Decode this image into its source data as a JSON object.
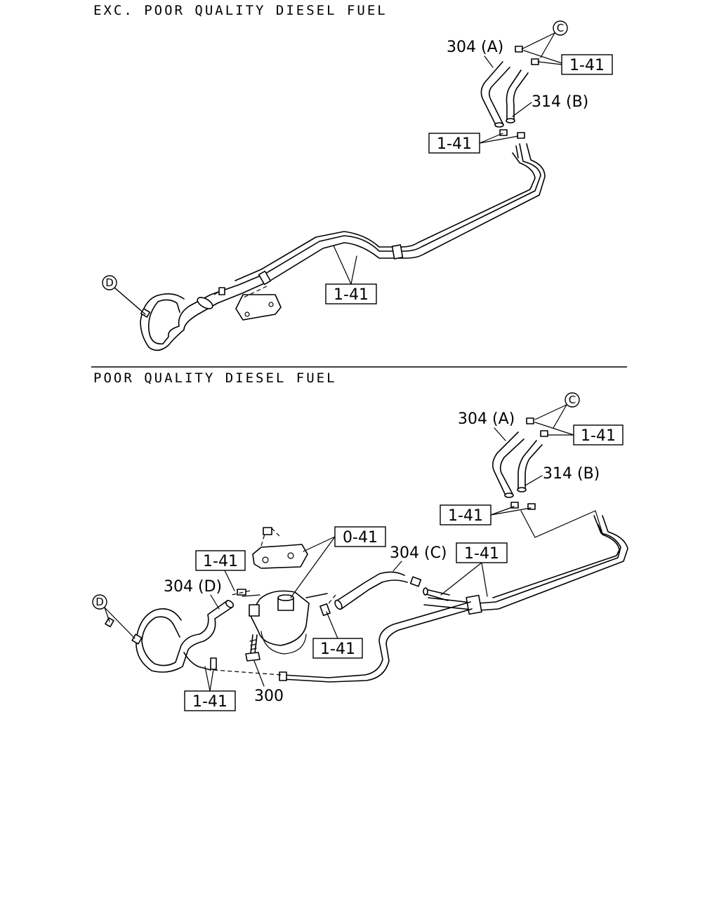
{
  "sections": {
    "top": {
      "title": "EXC. POOR QUALITY DIESEL FUEL"
    },
    "bottom": {
      "title": "POOR QUALITY DIESEL FUEL"
    }
  },
  "top": {
    "hose_a": "304 (A)",
    "hose_b": "314 (B)",
    "ref_box_1": "1-41",
    "ref_box_2": "1-41",
    "ref_box_3": "1-41",
    "callout_c": "C",
    "callout_d": "D"
  },
  "bottom": {
    "hose_a": "304 (A)",
    "hose_b": "314 (B)",
    "hose_c": "304 (C)",
    "hose_d": "304 (D)",
    "filter_part": "300",
    "ref_box_c": "1-41",
    "ref_box_ab": "1-41",
    "ref_box_main": "1-41",
    "ref_box_bracket": "0-41",
    "ref_box_clip": "1-41",
    "ref_box_d": "1-41",
    "ref_box_lower": "1-41",
    "callout_c": "C",
    "callout_d": "D"
  }
}
